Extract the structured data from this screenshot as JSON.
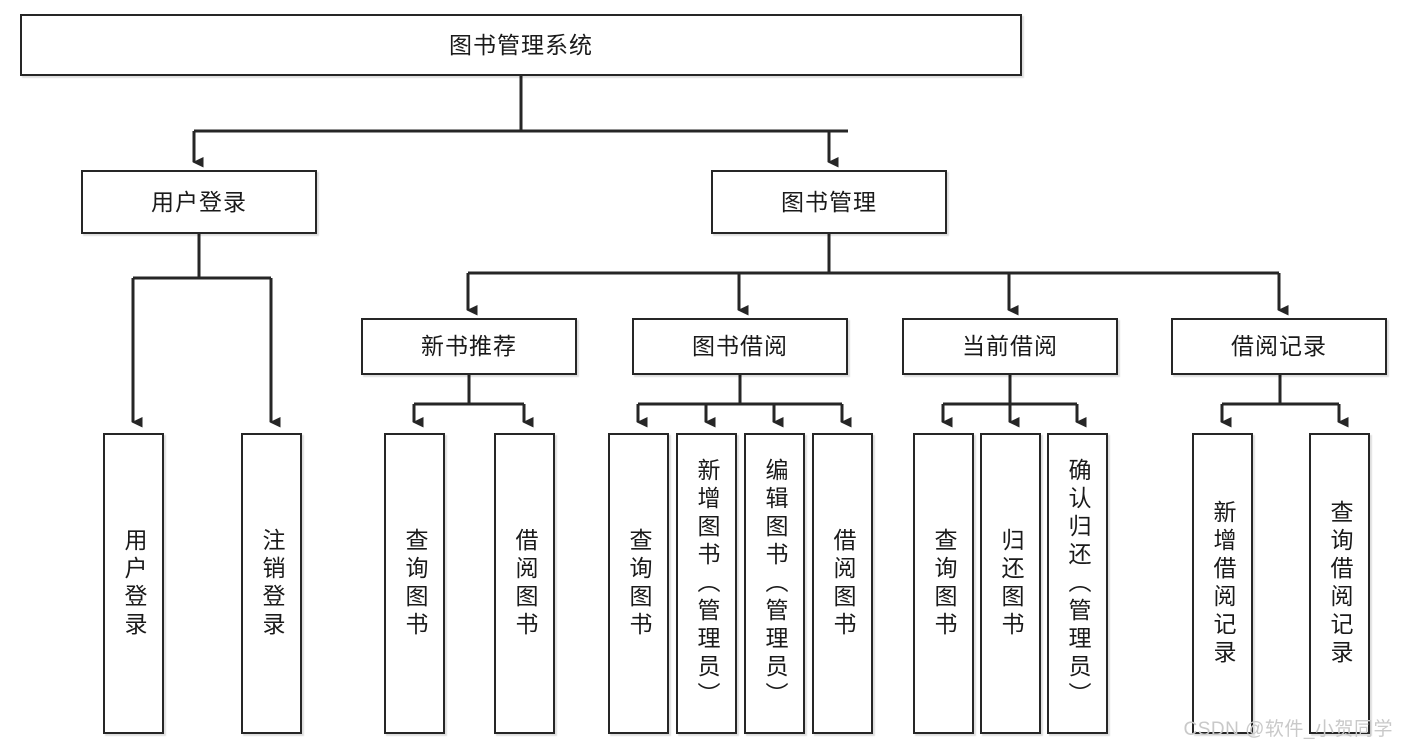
{
  "diagram": {
    "type": "tree-hierarchy",
    "title": "图书管理系统",
    "root": {
      "id": "root",
      "label": "图书管理系统"
    },
    "level2": [
      {
        "id": "user-login",
        "label": "用户登录"
      },
      {
        "id": "book-manage",
        "label": "图书管理"
      }
    ],
    "level3": [
      {
        "id": "new-book-rec",
        "label": "新书推荐",
        "parent": "book-manage"
      },
      {
        "id": "book-borrow",
        "label": "图书借阅",
        "parent": "book-manage"
      },
      {
        "id": "current-borrow",
        "label": "当前借阅",
        "parent": "book-manage"
      },
      {
        "id": "borrow-record",
        "label": "借阅记录",
        "parent": "book-manage"
      }
    ],
    "leaves": [
      {
        "id": "leaf-user-login",
        "label": "用户登录",
        "parent": "user-login"
      },
      {
        "id": "leaf-user-logout",
        "label": "注销登录",
        "parent": "user-login"
      },
      {
        "id": "leaf-query-book-1",
        "label": "查询图书",
        "parent": "new-book-rec"
      },
      {
        "id": "leaf-borrow-book-1",
        "label": "借阅图书",
        "parent": "new-book-rec"
      },
      {
        "id": "leaf-query-book-2",
        "label": "查询图书",
        "parent": "book-borrow"
      },
      {
        "id": "leaf-add-book",
        "label": "新增图书（管理员）",
        "parent": "book-borrow"
      },
      {
        "id": "leaf-edit-book",
        "label": "编辑图书（管理员）",
        "parent": "book-borrow"
      },
      {
        "id": "leaf-borrow-book-2",
        "label": "借阅图书",
        "parent": "book-borrow"
      },
      {
        "id": "leaf-query-book-3",
        "label": "查询图书",
        "parent": "current-borrow"
      },
      {
        "id": "leaf-return-book",
        "label": "归还图书",
        "parent": "current-borrow"
      },
      {
        "id": "leaf-confirm-return",
        "label": "确认归还（管理员）",
        "parent": "current-borrow"
      },
      {
        "id": "leaf-add-record",
        "label": "新增借阅记录",
        "parent": "borrow-record"
      },
      {
        "id": "leaf-query-record",
        "label": "查询借阅记录",
        "parent": "borrow-record"
      }
    ],
    "colors": {
      "box_border": "#262626",
      "box_fill": "#ffffff",
      "connector": "#262626",
      "text": "#1a1a1a",
      "watermark": "#c9c9c9"
    }
  },
  "watermark": {
    "text": "CSDN @软件_小贺同学"
  }
}
